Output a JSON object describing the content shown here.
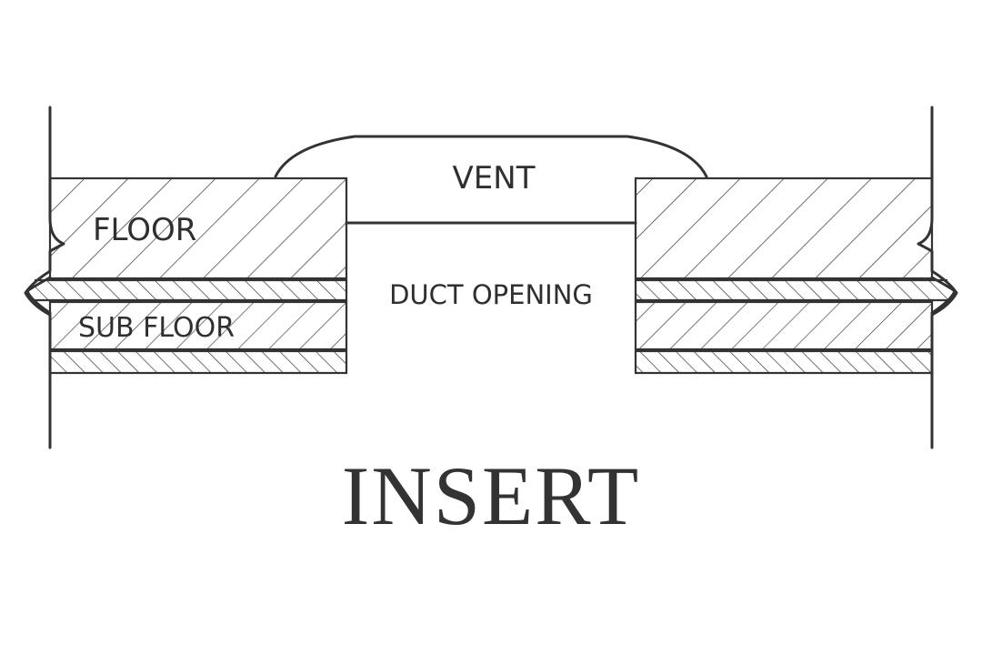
{
  "labels": {
    "floor": "FLOOR",
    "sub_floor": "SUB FLOOR",
    "vent": "VENT",
    "duct_opening": "DUCT OPENING",
    "title": "INSERT"
  },
  "colors": {
    "ink": "#333333",
    "background": "#ffffff"
  }
}
